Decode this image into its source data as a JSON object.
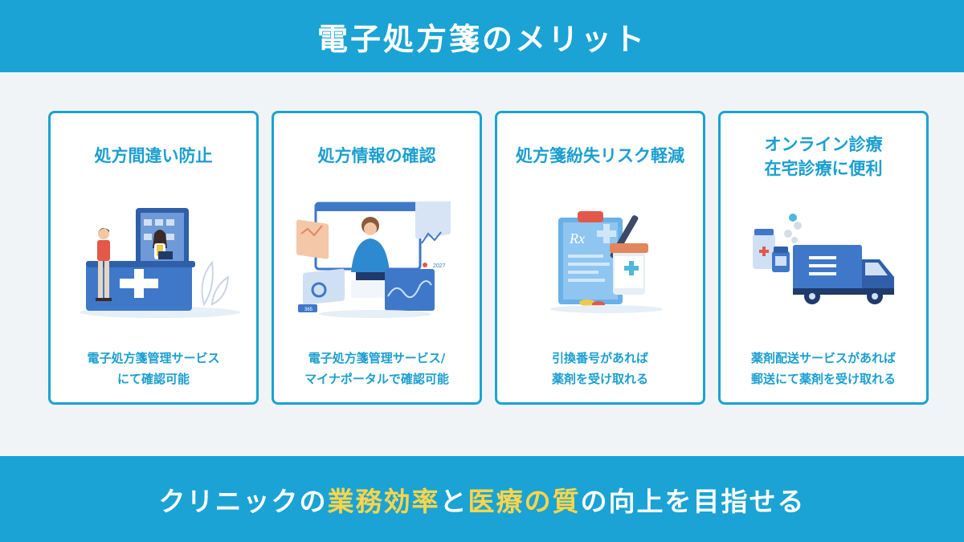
{
  "header": {
    "title": "電子処方箋のメリット"
  },
  "cards": [
    {
      "title_lines": [
        "処方間違い防止"
      ],
      "desc_lines": [
        "電子処方箋管理サービス",
        "にて確認可能"
      ],
      "illustration": "pharmacy-counter-illustration"
    },
    {
      "title_lines": [
        "処方情報の確認"
      ],
      "desc_lines": [
        "電子処方箋管理サービス/",
        "マイナポータルで確認可能"
      ],
      "illustration": "digital-dashboard-illustration",
      "small_labels": [
        "2027",
        "365"
      ]
    },
    {
      "title_lines": [
        "処方箋紛失リスク軽減"
      ],
      "desc_lines": [
        "引換番号があれば",
        "薬剤を受け取れる"
      ],
      "illustration": "prescription-clipboard-illustration",
      "small_labels": [
        "Rx"
      ]
    },
    {
      "title_lines": [
        "オンライン診療",
        "在宅診療に便利"
      ],
      "desc_lines": [
        "薬剤配送サービスがあれば",
        "郵送にて薬剤を受け取れる"
      ],
      "illustration": "delivery-truck-illustration"
    }
  ],
  "footer": {
    "parts": [
      {
        "text": "クリニックの",
        "highlight": false
      },
      {
        "text": "業務効率",
        "highlight": true
      },
      {
        "text": "と",
        "highlight": false
      },
      {
        "text": "医療の質",
        "highlight": true
      },
      {
        "text": "の向上を目指せる",
        "highlight": false
      }
    ]
  },
  "colors": {
    "brand_blue": "#1aa3d4",
    "highlight_yellow": "#ffd54a",
    "background": "#f1f4f7"
  }
}
